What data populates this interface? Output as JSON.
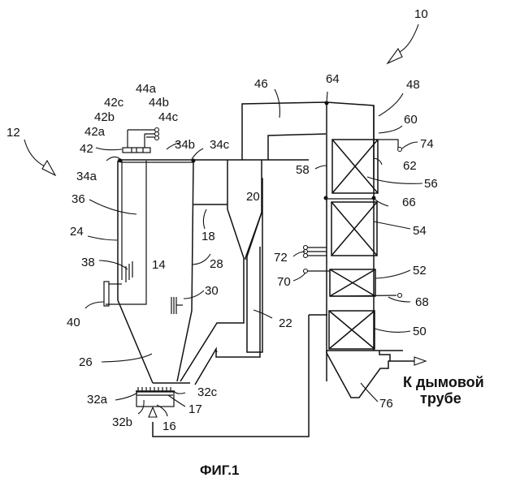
{
  "figure": {
    "caption": "ФИГ.1",
    "outlet_label_line1": "К дымовой",
    "outlet_label_line2": "трубе"
  },
  "labels": {
    "l10": "10",
    "l12": "12",
    "l14": "14",
    "l16": "16",
    "l17": "17",
    "l18": "18",
    "l20": "20",
    "l22": "22",
    "l24": "24",
    "l26": "26",
    "l28": "28",
    "l30": "30",
    "l32a": "32a",
    "l32b": "32b",
    "l32c": "32c",
    "l34a": "34a",
    "l34b": "34b",
    "l34c": "34c",
    "l36": "36",
    "l38": "38",
    "l40": "40",
    "l42": "42",
    "l42a": "42a",
    "l42b": "42b",
    "l42c": "42c",
    "l44a": "44a",
    "l44b": "44b",
    "l44c": "44c",
    "l46": "46",
    "l48": "48",
    "l50": "50",
    "l52": "52",
    "l54": "54",
    "l56": "56",
    "l58": "58",
    "l60": "60",
    "l62": "62",
    "l64": "64",
    "l66": "66",
    "l68": "68",
    "l70": "70",
    "l72": "72",
    "l74": "74",
    "l76": "76"
  }
}
